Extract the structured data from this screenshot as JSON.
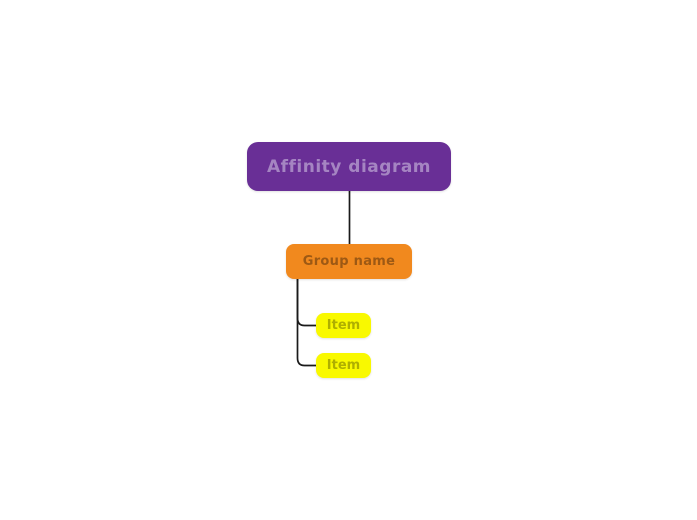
{
  "canvas": {
    "background": "#ffffff"
  },
  "nodes": {
    "root": {
      "label": "Affinity diagram",
      "bg": "#692F96",
      "text_color": "#A585C2"
    },
    "group": {
      "label": "Group name",
      "bg": "#F1891E",
      "text_color": "#9D5914"
    },
    "item1": {
      "label": "Item",
      "bg": "#F9F900",
      "text_color": "#AFAF00"
    },
    "item2": {
      "label": "Item",
      "bg": "#F9F900",
      "text_color": "#AFAF00"
    }
  },
  "connectors": {
    "color": "#1A1A1A"
  }
}
